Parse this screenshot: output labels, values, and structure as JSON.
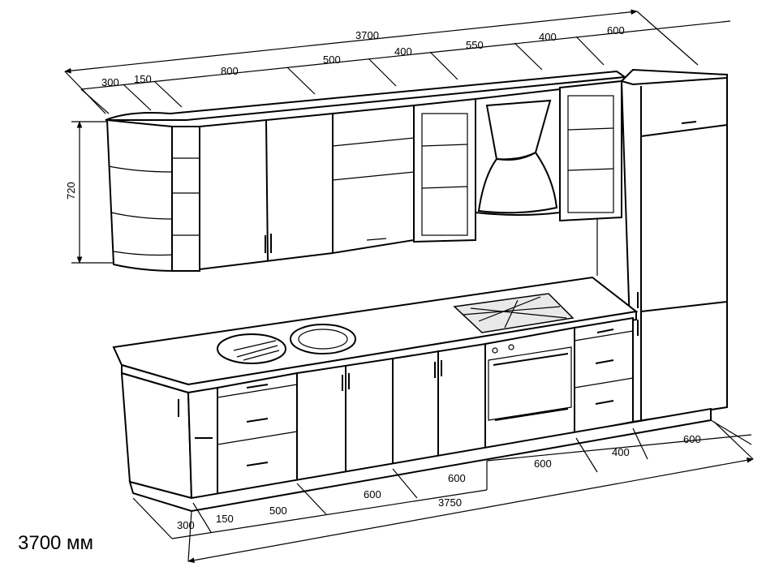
{
  "drawing": {
    "caption": "3700 мм",
    "upper_total": "3700",
    "upper_segments": [
      "300",
      "150",
      "800",
      "500",
      "400",
      "550",
      "400",
      "600"
    ],
    "height": "720",
    "lower_segments_right": [
      "600",
      "400",
      "600"
    ],
    "lower_segments_left": [
      "300",
      "150",
      "500",
      "600",
      "600"
    ],
    "lower_total": "3750"
  }
}
